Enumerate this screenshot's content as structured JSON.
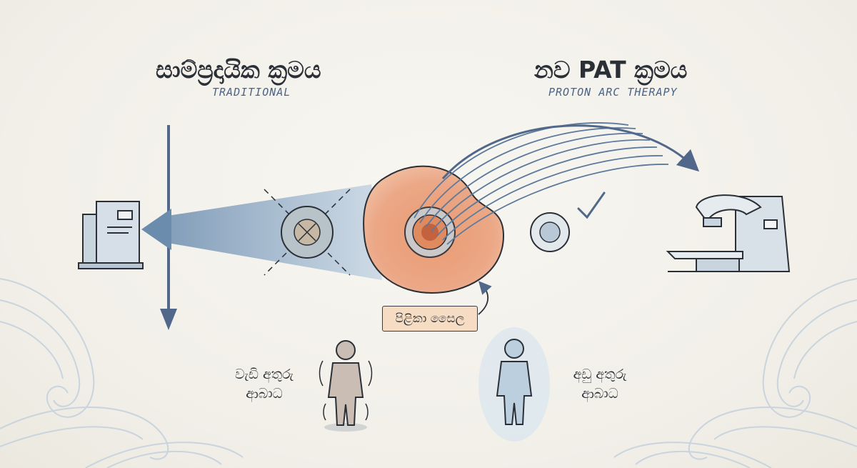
{
  "left": {
    "title": "සාම්ප්‍රදායික ක්‍රමය",
    "subtitle": "TRADITIONAL"
  },
  "right": {
    "title": "නව PAT ක්‍රමය",
    "subtitle": "PROTON ARC THERAPY"
  },
  "tumor_label": "පිළිකා සෛල",
  "side_effects_high": {
    "line1": "වැඩි අතුරු",
    "line2": "ආබාධ"
  },
  "side_effects_low": {
    "line1": "අඩු අතුරු",
    "line2": "ආබාධ"
  },
  "colors": {
    "beam": "#7d9cbc",
    "tumor": "#e39a73",
    "ink": "#2b2f36",
    "accent": "#4b6486",
    "tag": "#f6dcc2"
  }
}
